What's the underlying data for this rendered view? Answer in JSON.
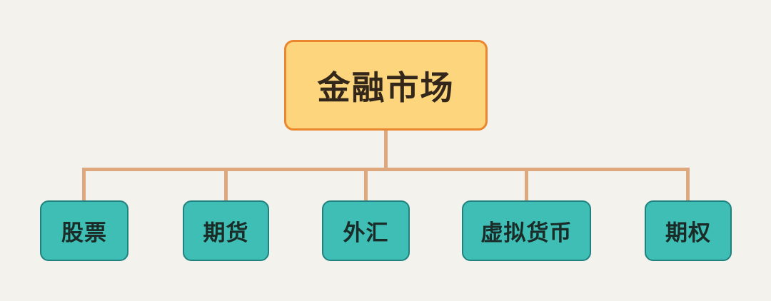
{
  "diagram": {
    "type": "tree",
    "root": {
      "label": "金融市场"
    },
    "children": [
      {
        "label": "股票"
      },
      {
        "label": "期货"
      },
      {
        "label": "外汇"
      },
      {
        "label": "虚拟货币"
      },
      {
        "label": "期权"
      }
    ]
  },
  "colors": {
    "canvas_bg": "#f4f2ed",
    "root_fill": "#fcd57d",
    "root_border": "#ea862e",
    "root_text": "#33261a",
    "child_fill": "#3fbeb5",
    "child_border": "#20827e",
    "child_text": "#1a2b28",
    "connector": "#dda87e"
  }
}
